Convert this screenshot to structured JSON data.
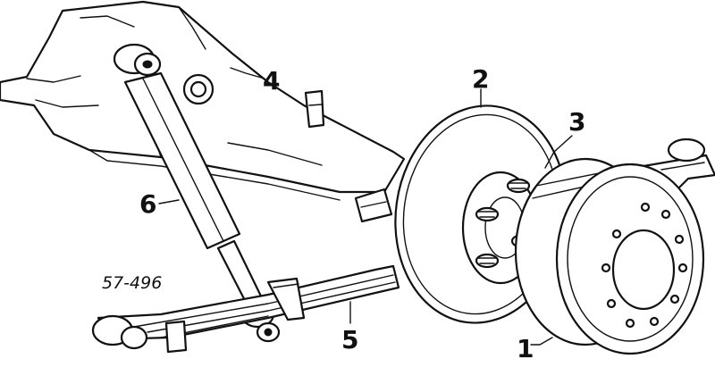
{
  "diagram": {
    "callouts": [
      {
        "id": "1",
        "label": "1"
      },
      {
        "id": "2",
        "label": "2"
      },
      {
        "id": "3",
        "label": "3"
      },
      {
        "id": "4",
        "label": "4"
      },
      {
        "id": "5",
        "label": "5"
      },
      {
        "id": "6",
        "label": "6"
      }
    ],
    "figure_code": "57-496"
  }
}
